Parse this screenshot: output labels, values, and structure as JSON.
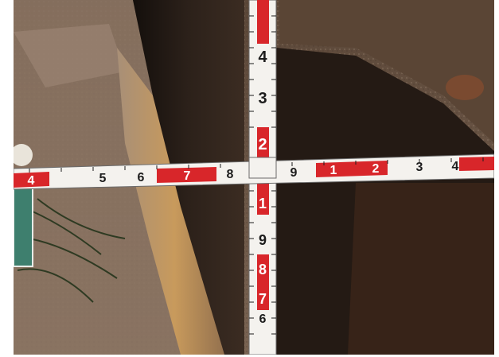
{
  "photo": {
    "subject": "soil-trench-with-measuring-rods",
    "colors": {
      "soil_dark": "#2a2019",
      "soil_mid": "#6b5646",
      "soil_light": "#a88f77",
      "clay_orange": "#c89a5c",
      "rod_white": "#f4f2ee",
      "rod_red": "#d8262a",
      "rod_black": "#1c1c1c",
      "card_green": "#3e7f6e"
    }
  },
  "vertical_rod": {
    "labels_top": [
      "4",
      "3",
      "2"
    ],
    "labels_bottom": [
      "1",
      "9",
      "8",
      "7",
      "6"
    ]
  },
  "horizontal_rod": {
    "labels": [
      "4",
      "5",
      "6",
      "7",
      "8",
      "9",
      "1",
      "2",
      "3",
      "4"
    ]
  }
}
